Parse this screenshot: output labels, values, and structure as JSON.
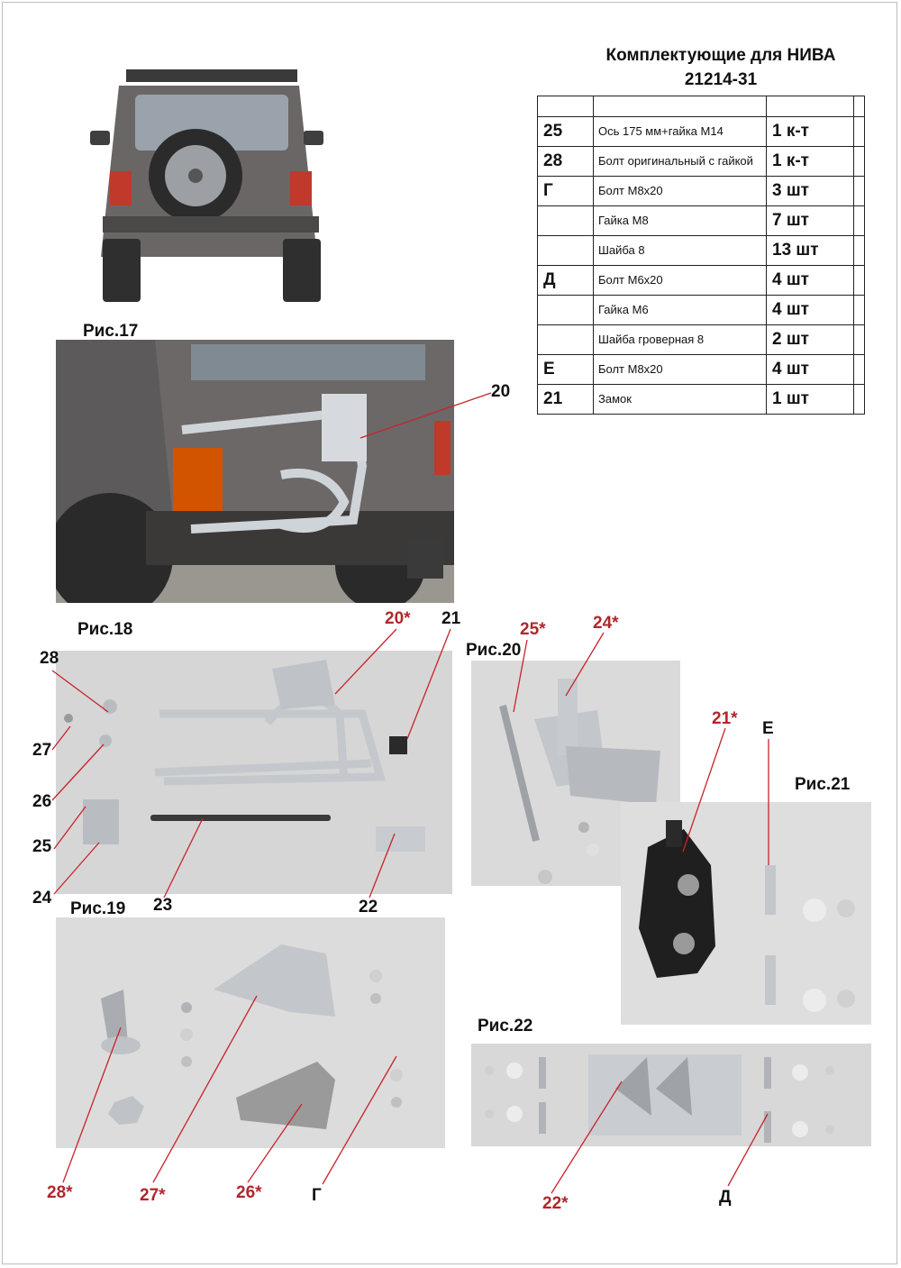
{
  "title": {
    "line1": "Комплектующие для НИВА",
    "line2": "21214-31"
  },
  "table": {
    "rows": [
      {
        "pos": "25",
        "name": "Ось 175 мм+гайка М14",
        "qty": "1 к-т"
      },
      {
        "pos": "28",
        "name": "Болт оригинальный с гайкой",
        "qty": "1 к-т"
      },
      {
        "pos": "Г",
        "name": "Болт М8х20",
        "qty": "3 шт"
      },
      {
        "pos": "",
        "name": "Гайка М8",
        "qty": "7 шт"
      },
      {
        "pos": "",
        "name": "Шайба 8",
        "qty": "13 шт"
      },
      {
        "pos": "Д",
        "name": "Болт М6х20",
        "qty": "4 шт"
      },
      {
        "pos": "",
        "name": "Гайка М6",
        "qty": "4 шт"
      },
      {
        "pos": "",
        "name": "Шайба гроверная 8",
        "qty": "2 шт"
      },
      {
        "pos": "Е",
        "name": "Болт М8х20",
        "qty": "4 шт"
      },
      {
        "pos": "21",
        "name": "Замок",
        "qty": "1 шт"
      }
    ]
  },
  "captions": {
    "fig17": "Рис.17",
    "fig18": "Рис.18",
    "fig19": "Рис.19",
    "fig20": "Рис.20",
    "fig21": "Рис.21",
    "fig22": "Рис.22"
  },
  "callouts": {
    "fig17": {
      "n20": "20"
    },
    "fig18": {
      "n20": "20*",
      "n21": "21",
      "n28": "28",
      "n27": "27",
      "n26": "26",
      "n25": "25",
      "n24": "24",
      "n23": "23",
      "n22": "22"
    },
    "fig19": {
      "n28": "28*",
      "n27": "27*",
      "n26": "26*",
      "g": "Г"
    },
    "fig20": {
      "n25": "25*",
      "n24": "24*"
    },
    "fig21": {
      "n21": "21*",
      "e": "Е"
    },
    "fig22": {
      "n22": "22*",
      "d": "Д"
    }
  },
  "colors": {
    "callout_red": "#b0272c",
    "photo_bg": "#d9d9d9",
    "car_body": "#5f5c5c",
    "metal": "#c7cbcf"
  }
}
